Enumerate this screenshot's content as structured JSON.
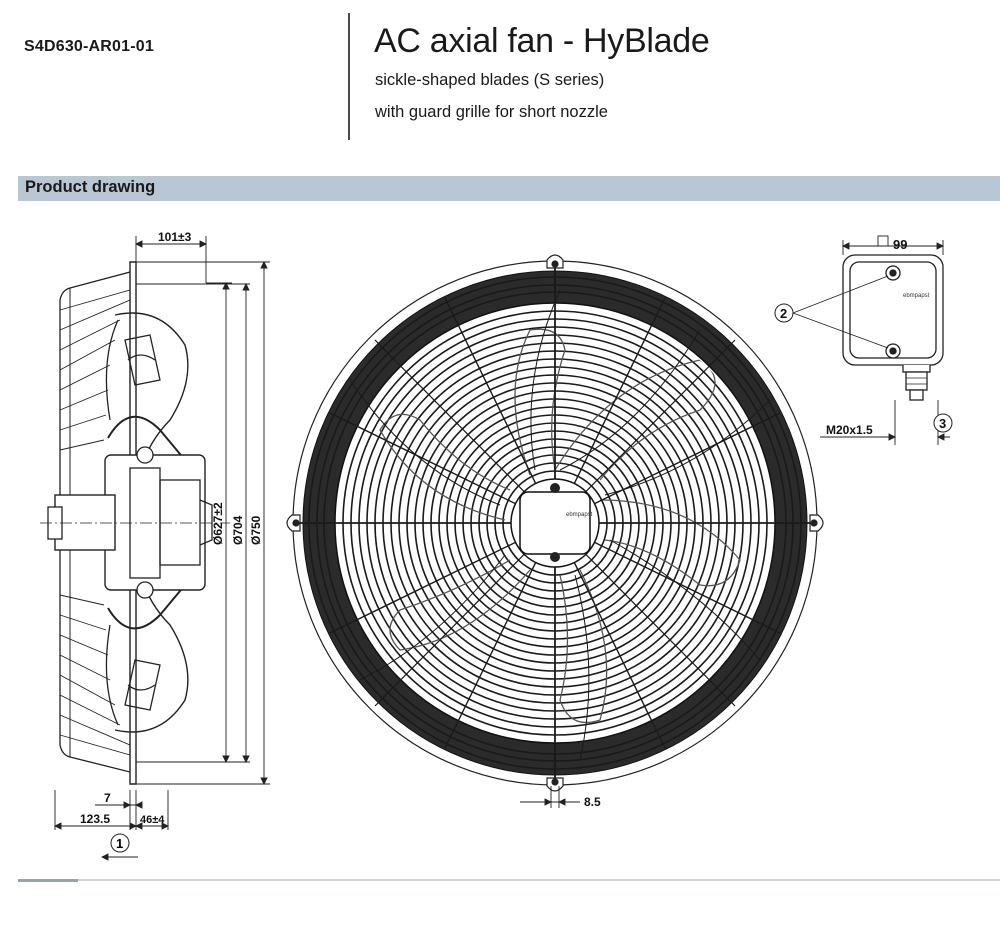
{
  "header": {
    "model": "S4D630-AR01-01",
    "title": "AC axial fan - HyBlade",
    "subtitle_1": "sickle-shaped blades (S series)",
    "subtitle_2": "with guard grille for short nozzle"
  },
  "section": {
    "title": "Product drawing"
  },
  "dimensions": {
    "depth": "101±3",
    "dia_inner": "Ø627±2",
    "dia_mid": "Ø704",
    "dia_outer": "Ø750",
    "offset_small": "7",
    "length": "123.5",
    "flange": "46±4",
    "slot": "8.5",
    "box_size": "99",
    "gland": "M20x1.5"
  },
  "callouts": {
    "c1": "1",
    "c2": "2",
    "c3": "3"
  },
  "logos": {
    "box_logo": "ebmpapst",
    "hub_logo": "ebmpapst"
  }
}
